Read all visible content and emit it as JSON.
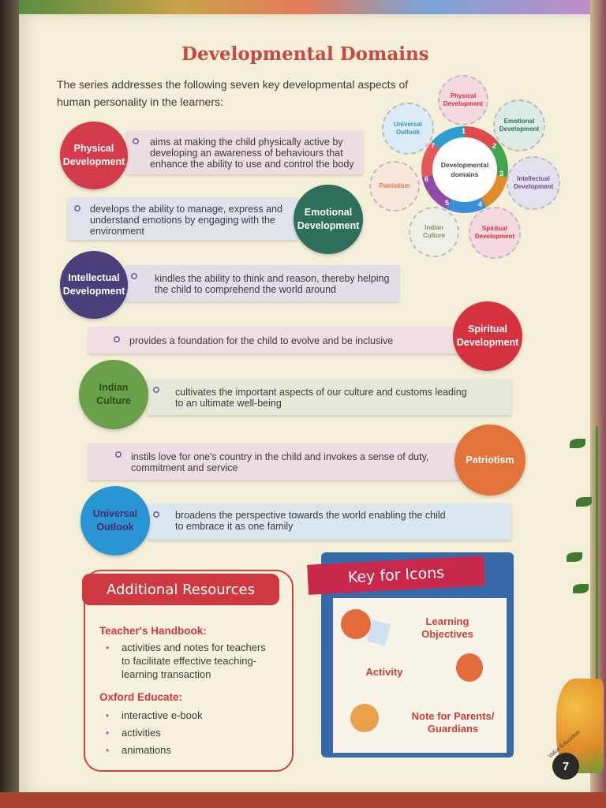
{
  "page": {
    "title": "Developmental Domains",
    "intro": "The series addresses the following seven key developmental aspects of human personality in the learners:",
    "page_number": "7",
    "corner_text": "Value Education"
  },
  "domains": [
    {
      "name_line1": "Physical",
      "name_line2": "Development",
      "text_line1": "aims at making the child physically active by",
      "text_line2": "developing an awareness of behaviours that",
      "text_line3": "enhance the ability to use and control the body",
      "color": "#d33b4a"
    },
    {
      "name_line1": "Emotional",
      "name_line2": "Development",
      "text_line1": "develops the ability to manage, express and",
      "text_line2": "understand emotions by engaging with the",
      "text_line3": "environment",
      "color": "#2e6f5c"
    },
    {
      "name_line1": "Intellectual",
      "name_line2": "Development",
      "text_line1": "kindles the ability to think and reason, thereby helping",
      "text_line2": "the child to comprehend the world around",
      "color": "#4a3f7a"
    },
    {
      "name_line1": "Spiritual",
      "name_line2": "Development",
      "text_line1": "provides a foundation for the child to evolve and be inclusive",
      "color": "#d3323e"
    },
    {
      "name_line1": "Indian",
      "name_line2": "Culture",
      "text_line1": "cultivates the important aspects of our culture and customs leading",
      "text_line2": "to an ultimate well-being",
      "color": "#6aa04a"
    },
    {
      "name_line1": "Patriotism",
      "text_line1": "instils love for one's country in the child and invokes a sense of duty,",
      "text_line2": "commitment and service",
      "color": "#e2733a"
    },
    {
      "name_line1": "Universal",
      "name_line2": "Outlook",
      "text_line1": "broadens the perspective towards the world enabling the child",
      "text_line2": "to embrace it as one family",
      "color": "#2996d3"
    }
  ],
  "wheel": {
    "center_line1": "Developmental",
    "center_line2": "domains",
    "numbers": [
      "1",
      "2",
      "3",
      "4",
      "5",
      "6",
      "7"
    ],
    "satellites": {
      "physical_1": "Physical",
      "physical_2": "Development",
      "emotional_1": "Emotional",
      "emotional_2": "Development",
      "intellectual_1": "Intellectual",
      "intellectual_2": "Development",
      "spiritual_1": "Spiritual",
      "spiritual_2": "Development",
      "indian_1": "Indian",
      "indian_2": "Culture",
      "patriotism": "Patriotism",
      "universal_1": "Universal",
      "universal_2": "Outlook"
    }
  },
  "additional": {
    "heading": "Additional Resources",
    "handbook_title": "Teacher's Handbook:",
    "handbook_line1": "activities and notes for teachers",
    "handbook_line2": "to facilitate effective teaching-",
    "handbook_line3": "learning transaction",
    "educate_title": "Oxford Educate:",
    "educate_items": [
      "interactive e-book",
      "activities",
      "animations"
    ]
  },
  "key": {
    "heading": "Key for Icons",
    "learning_1": "Learning",
    "learning_2": "Objectives",
    "activity": "Activity",
    "note_1": "Note for Parents/",
    "note_2": "Guardians"
  }
}
